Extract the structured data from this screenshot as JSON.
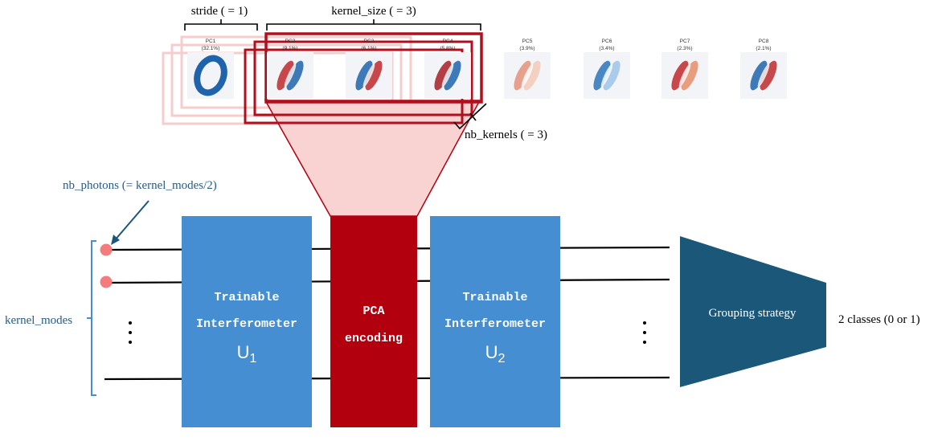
{
  "annotations": {
    "stride": "stride ( = 1)",
    "kernel_size": "kernel_size ( = 3)",
    "nb_kernels": "nb_kernels ( = 3)",
    "nb_photons": "nb_photons (= kernel_modes/2)",
    "kernel_modes": "kernel_modes"
  },
  "components": [
    {
      "id": "2",
      "title": "PC1",
      "variance": "(32.1%)"
    },
    {
      "id": "3",
      "title": "PC2",
      "variance": "(9.1%)"
    },
    {
      "id": "4",
      "title": "PC3",
      "variance": "(6.1%)"
    },
    {
      "id": "5",
      "title": "PC4",
      "variance": "(5.8%)"
    },
    {
      "id": "6",
      "title": "PC5",
      "variance": "(3.9%)"
    },
    {
      "id": "7",
      "title": "PC6",
      "variance": "(3.4%)"
    },
    {
      "id": "8",
      "title": "PC7",
      "variance": "(2.3%)"
    },
    {
      "id": "9",
      "title": "PC8",
      "variance": "(2.1%)"
    }
  ],
  "blocks": {
    "interferometer1": {
      "line1": "Trainable",
      "line2": "Interferometer",
      "symbol": "U",
      "subscript": "1"
    },
    "encoding": {
      "line1": "PCA",
      "line2": "encoding"
    },
    "interferometer2": {
      "line1": "Trainable",
      "line2": "Interferometer",
      "symbol": "U",
      "subscript": "2"
    },
    "grouping": "Grouping strategy",
    "output": "2 classes (0 or 1)"
  },
  "colors": {
    "interferometer": "#448ed1",
    "encoding": "#b3000f",
    "grouping": "#1b5779",
    "photon": "#f47c7c",
    "annotation": "#2a5b83",
    "kernel_frame": "#b0101e",
    "funnel": "#f9d2d2"
  }
}
